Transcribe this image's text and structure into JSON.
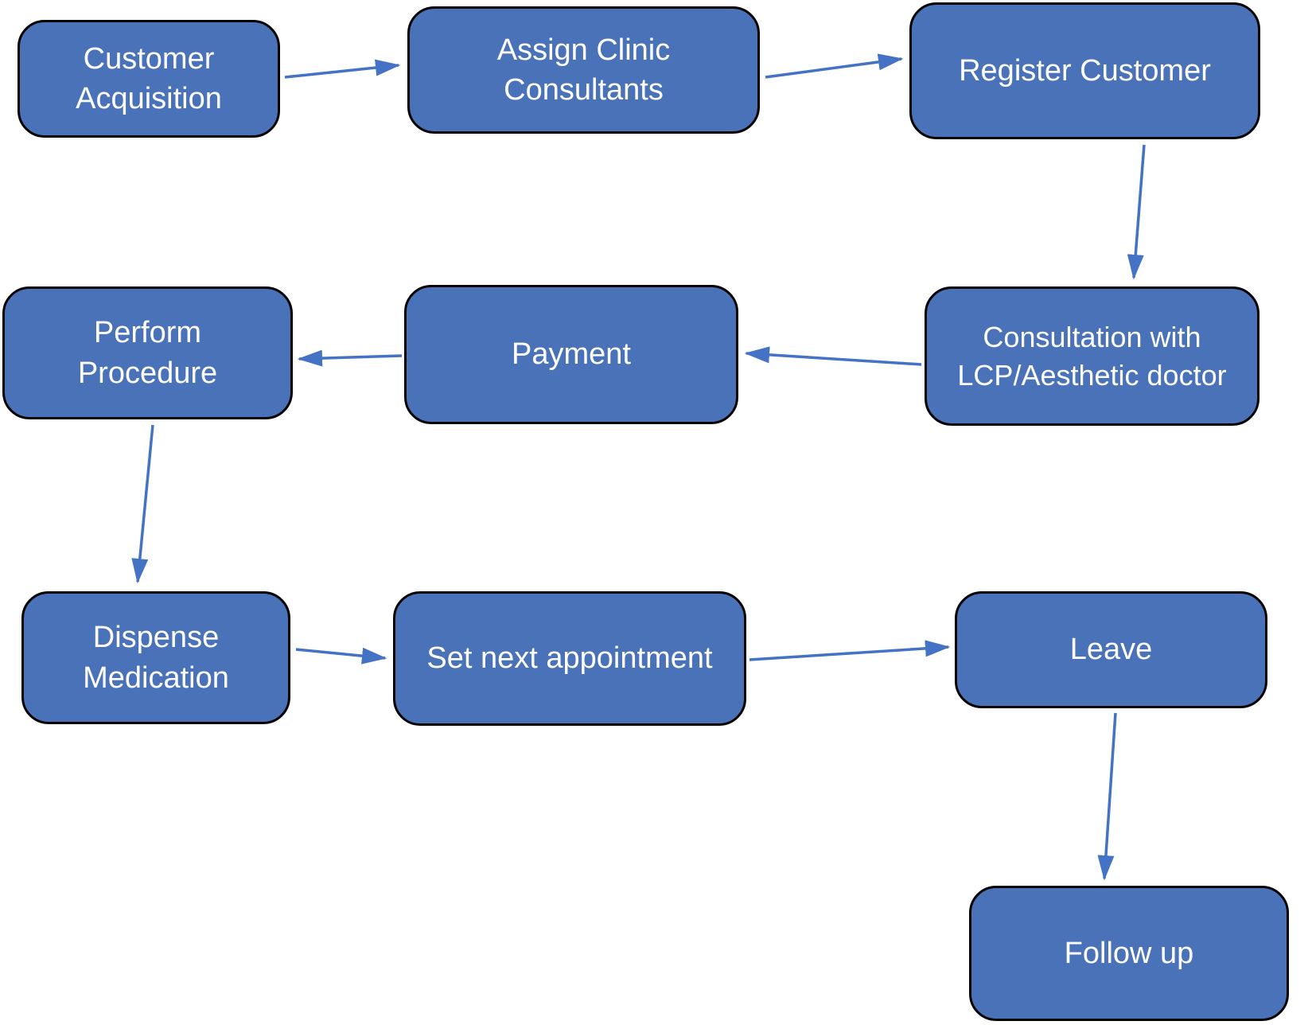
{
  "diagram": {
    "background_color": "#ffffff",
    "node_fill_color": "#4a72b9",
    "node_border_color": "#000000",
    "node_text_color": "#ffffff",
    "arrow_color": "#4472c4",
    "nodes": [
      {
        "id": "customer-acquisition",
        "label": "Customer Acquisition"
      },
      {
        "id": "assign-clinic-consultants",
        "label": "Assign Clinic Consultants"
      },
      {
        "id": "register-customer",
        "label": "Register Customer"
      },
      {
        "id": "consultation-with-lcp-aesthetic-doctor",
        "label": "Consultation with LCP/Aesthetic doctor"
      },
      {
        "id": "payment",
        "label": "Payment"
      },
      {
        "id": "perform-procedure",
        "label": "Perform Procedure"
      },
      {
        "id": "dispense-medication",
        "label": "Dispense Medication"
      },
      {
        "id": "set-next-appointment",
        "label": "Set next appointment"
      },
      {
        "id": "leave",
        "label": "Leave"
      },
      {
        "id": "follow-up",
        "label": "Follow up"
      }
    ],
    "edges": [
      {
        "from": "customer-acquisition",
        "to": "assign-clinic-consultants"
      },
      {
        "from": "assign-clinic-consultants",
        "to": "register-customer"
      },
      {
        "from": "register-customer",
        "to": "consultation-with-lcp-aesthetic-doctor"
      },
      {
        "from": "consultation-with-lcp-aesthetic-doctor",
        "to": "payment"
      },
      {
        "from": "payment",
        "to": "perform-procedure"
      },
      {
        "from": "perform-procedure",
        "to": "dispense-medication"
      },
      {
        "from": "dispense-medication",
        "to": "set-next-appointment"
      },
      {
        "from": "set-next-appointment",
        "to": "leave"
      },
      {
        "from": "leave",
        "to": "follow-up"
      }
    ]
  }
}
